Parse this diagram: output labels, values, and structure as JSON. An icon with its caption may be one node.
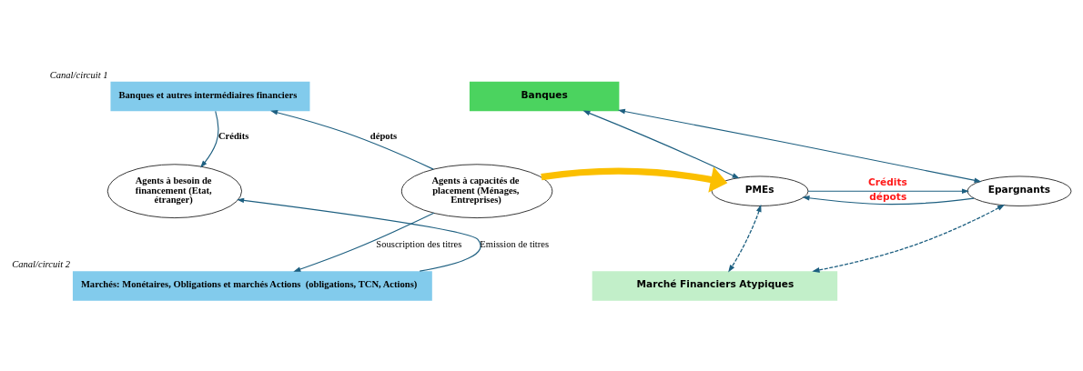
{
  "diagram": {
    "nodes": [
      {
        "text": [
          "Banques et autres intermédiaires financiers"
        ],
        "beside": [
          "Canal/circuit 1"
        ]
      },
      {
        "text": [
          "Agents à besoin de financement (Etat, étranger)"
        ]
      },
      {
        "text": [
          "Agents à capacités de placement (Ménages, Entreprises)"
        ]
      },
      {
        "text": [
          "Marchés: Monétaires, Obligations et marchés Actions  (obligations, TCN, Actions)"
        ],
        "beside": [
          "Canal/circuit 2"
        ]
      },
      {
        "text": [
          "Banques"
        ]
      },
      {
        "text": [
          "PMEs"
        ]
      },
      {
        "text": [
          "Epargnants"
        ]
      },
      {
        "text": [
          "Marché Financiers Atypiques"
        ]
      }
    ],
    "edges": [
      {
        "from": 0,
        "to": 1,
        "arrow": "to",
        "label": "Crédits"
      },
      {
        "from": 2,
        "to": 0,
        "arrow": "to",
        "label": "dépots"
      },
      {
        "from": 3,
        "to": 1,
        "arrow": "to",
        "label": "Emission de titres"
      },
      {
        "from": 2,
        "to": 3,
        "arrow": "to",
        "label": "Souscription des titres"
      },
      {
        "from": 2,
        "to": 5,
        "arrow": "to",
        "style": "thick",
        "color": "#fbbf00"
      },
      {
        "from": 4,
        "to": 5,
        "arrow": "both"
      },
      {
        "from": 4,
        "to": 6,
        "arrow": "both"
      },
      {
        "from": 5,
        "to": 6,
        "arrow": "to",
        "label": "Crédits"
      },
      {
        "from": 6,
        "to": 5,
        "arrow": "to",
        "label": "dépots"
      },
      {
        "from": 5,
        "to": 7,
        "arrow": "both",
        "style": "dashed"
      },
      {
        "from": 6,
        "to": 7,
        "arrow": "both",
        "style": "dashed"
      }
    ]
  }
}
